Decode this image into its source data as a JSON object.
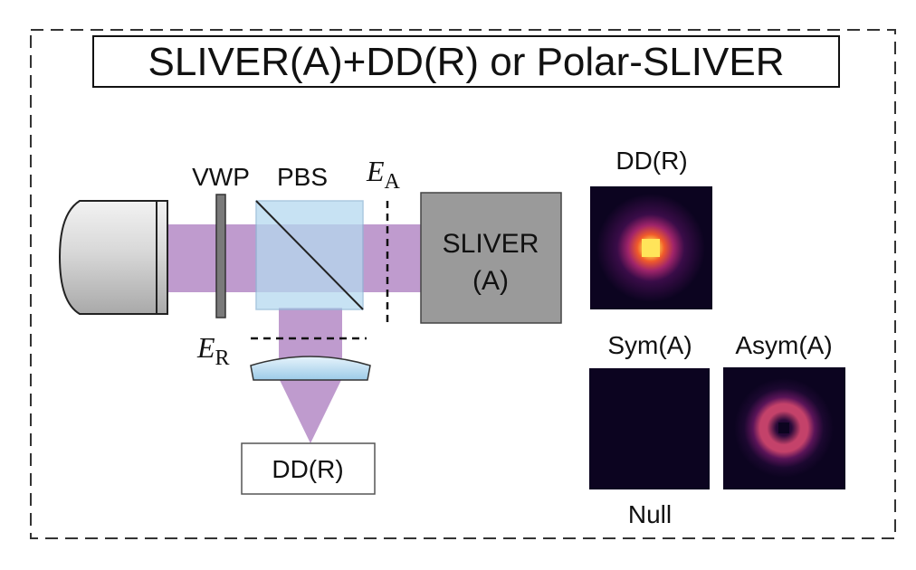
{
  "title": "SLIVER(A)+DD(R) or Polar-SLIVER",
  "components": {
    "vwp": "VWP",
    "pbs": "PBS",
    "sliver_line1": "SLIVER",
    "sliver_line2": "(A)",
    "dd_box": "DD(R)"
  },
  "fields": {
    "ea_base": "E",
    "ea_sub": "A",
    "er_base": "E",
    "er_sub": "R"
  },
  "images": {
    "dd": "DD(R)",
    "sym": "Sym(A)",
    "asym": "Asym(A)",
    "null_note": "Null"
  },
  "colors": {
    "beam": "#b48ac6",
    "cube": "#b5d9ef",
    "sliver_box": "#9a9a9a",
    "image_bg": "#0c0420",
    "psf_center": "#ffe45a",
    "psf_mid": "#f05a2a",
    "psf_outer": "#7a1c6e",
    "ring": "#d04a6e"
  }
}
